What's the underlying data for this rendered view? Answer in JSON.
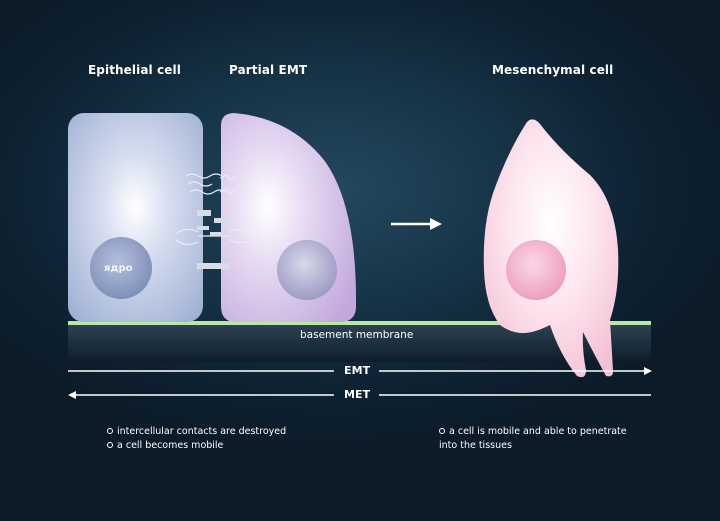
{
  "titles": {
    "epithelial": "Epithelial cell",
    "partial": "Partial EMT",
    "mesenchymal": "Mesenchymal cell"
  },
  "nucleus_label": "ядро",
  "membrane_label": "basement membrane",
  "arrows": {
    "emt": "EMT",
    "met": "MET"
  },
  "notes_left": [
    "intercellular contacts are destroyed",
    "a cell becomes mobile"
  ],
  "notes_right": [
    "a cell is mobile and able to penetrate",
    "into the tissues"
  ]
}
